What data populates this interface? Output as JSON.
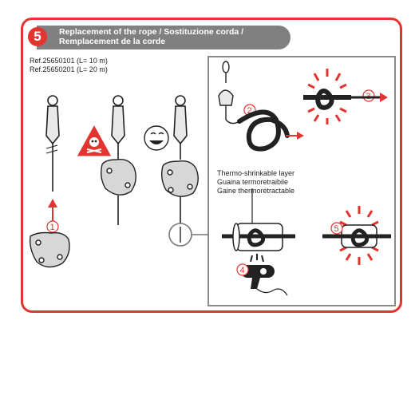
{
  "step": {
    "number": "5"
  },
  "title": {
    "line1": "Replacement of the rope / Sostituzione corda /",
    "line2": "Remplacement de la corde"
  },
  "references": [
    "Ref.25650101 (L= 10 m)",
    "Ref.25650201 (L= 20 m)"
  ],
  "thermo_label": [
    "Thermo-shrinkable layer",
    "Guaina termoretraibile",
    "Gaine thermorétractable"
  ],
  "step_numbers": [
    "1",
    "2",
    "3",
    "4",
    "5"
  ],
  "icons": [
    "skull-warning-icon",
    "smiley-face-icon",
    "heat-gun-icon",
    "rope-knot-icon"
  ],
  "colors": {
    "accent": "#e3342f",
    "title_bar": "#808080",
    "line": "#222222"
  }
}
